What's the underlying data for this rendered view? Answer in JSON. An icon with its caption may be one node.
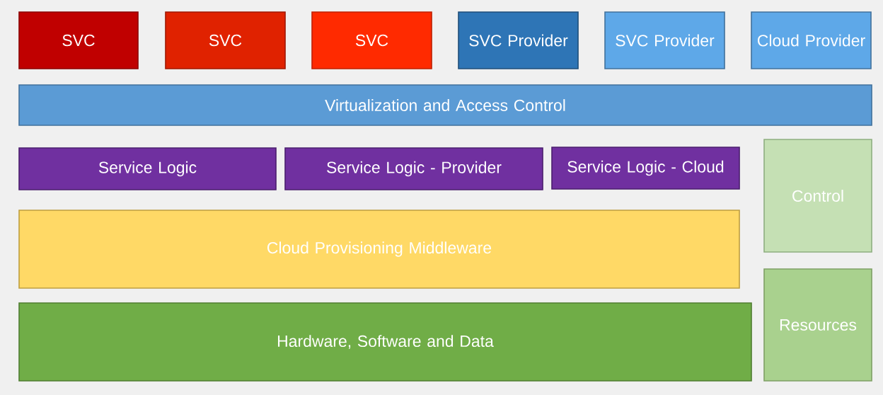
{
  "diagram": {
    "nodes": [
      {
        "text": [
          "SVC"
        ]
      },
      {
        "text": [
          "SVC"
        ]
      },
      {
        "text": [
          "SVC"
        ]
      },
      {
        "text": [
          "SVC Provider"
        ]
      },
      {
        "text": [
          "SVC Provider"
        ]
      },
      {
        "text": [
          "Cloud Provider"
        ]
      },
      {
        "text": [
          "Virtualization and Access Control"
        ]
      },
      {
        "text": [
          "Service Logic"
        ]
      },
      {
        "text": [
          "Service Logic - Provider"
        ]
      },
      {
        "text": [
          "Service Logic - Cloud"
        ]
      },
      {
        "text": [
          "Control"
        ]
      },
      {
        "text": [
          "Cloud Provisioning Middleware"
        ]
      },
      {
        "text": [
          "Hardware, Software and Data"
        ]
      },
      {
        "text": [
          "Resources"
        ]
      }
    ]
  }
}
